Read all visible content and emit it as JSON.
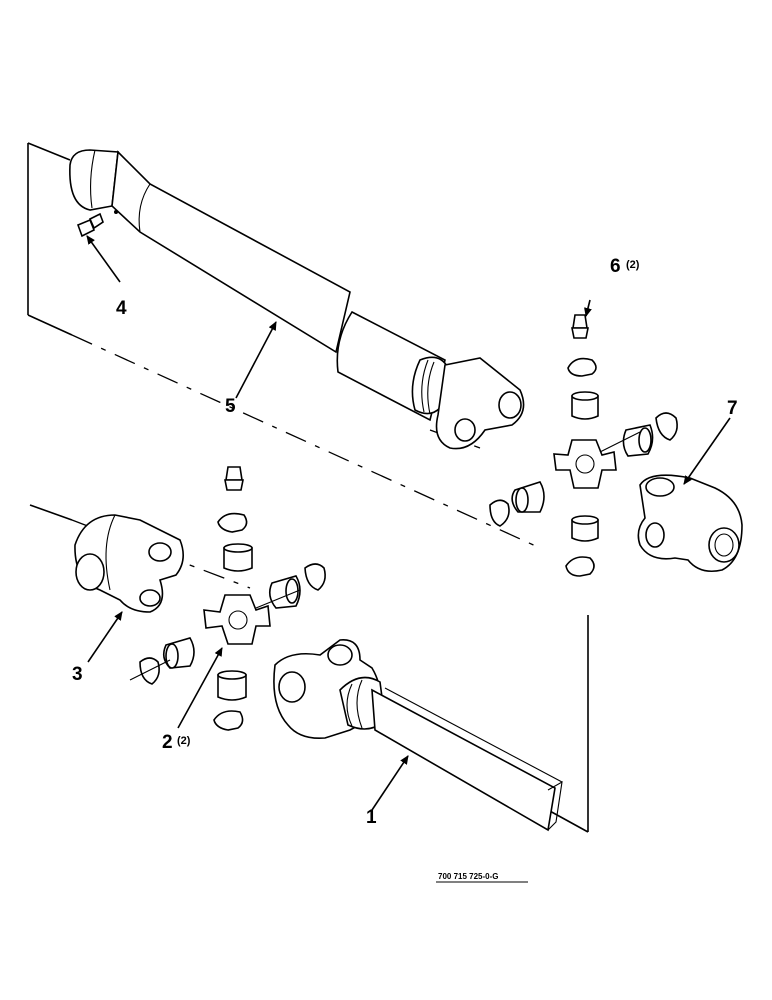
{
  "callouts": {
    "c1": {
      "num": "1",
      "qty": ""
    },
    "c2": {
      "num": "2",
      "qty": "(2)"
    },
    "c3": {
      "num": "3",
      "qty": ""
    },
    "c4": {
      "num": "4",
      "qty": ""
    },
    "c5": {
      "num": "5",
      "qty": ""
    },
    "c6": {
      "num": "6",
      "qty": "(2)"
    },
    "c7": {
      "num": "7",
      "qty": ""
    }
  },
  "reference": "700 715 725-0-G"
}
